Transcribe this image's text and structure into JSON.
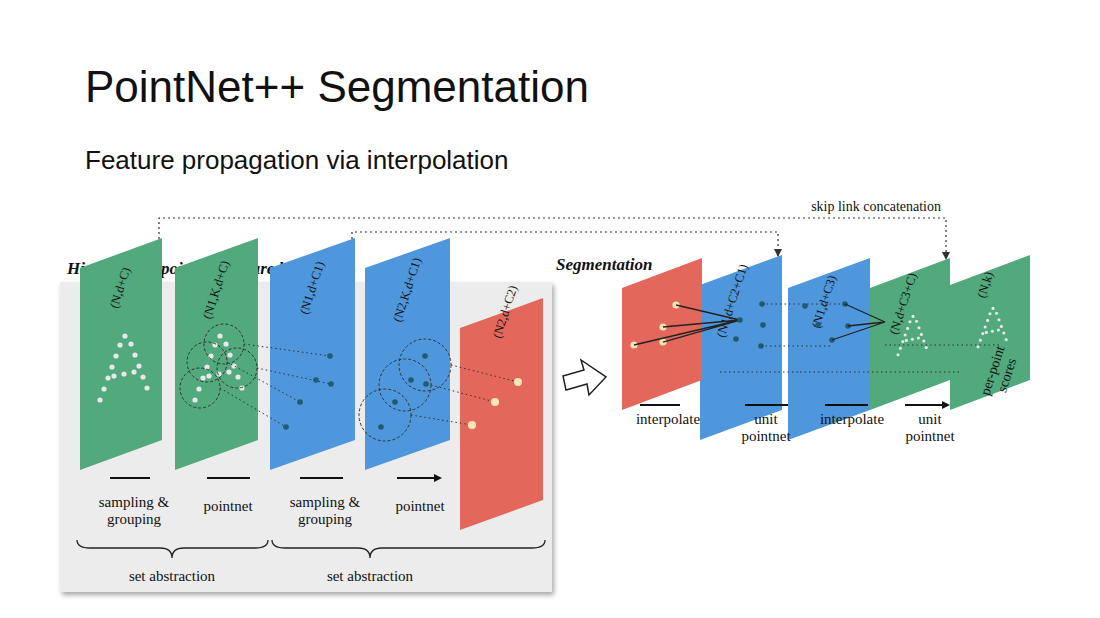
{
  "diagram": {
    "title": "PointNet++ Segmentation",
    "nodes": [
      {
        "text": [
          "Hierarchical point set feature learning"
        ]
      },
      {
        "text": [
          "(N,d+C)"
        ],
        "in": 0
      },
      {
        "text": [
          "(N1,K,d+C)"
        ],
        "in": 0
      },
      {
        "text": [
          "(N1,d+C1)"
        ],
        "in": 0
      },
      {
        "text": [
          "(N2,K,d+C1)"
        ],
        "in": 0
      },
      {
        "text": [
          "(N2,d+C2)"
        ],
        "in": 0
      },
      {
        "text": [
          "(N1,d+C2+C1)"
        ]
      },
      {
        "text": [
          "(N1,d+C3)"
        ]
      },
      {
        "text": [
          "(N,d+C3+C)"
        ]
      },
      {
        "text": [
          "(N,k)",
          "per-point scores"
        ]
      }
    ],
    "edges": [
      {
        "from": 1,
        "to": 8,
        "arrow": "to",
        "label": "skip link concatenation"
      },
      {
        "from": 3,
        "to": 6,
        "arrow": "to"
      }
    ],
    "labels": [
      "Feature propagation via interpolation",
      "Segmentation",
      "sampling & grouping",
      "pointnet",
      "sampling & grouping",
      "pointnet",
      "set abstraction",
      "set abstraction",
      "interpolate",
      "unit pointnet",
      "interpolate",
      "unit pointnet"
    ]
  }
}
